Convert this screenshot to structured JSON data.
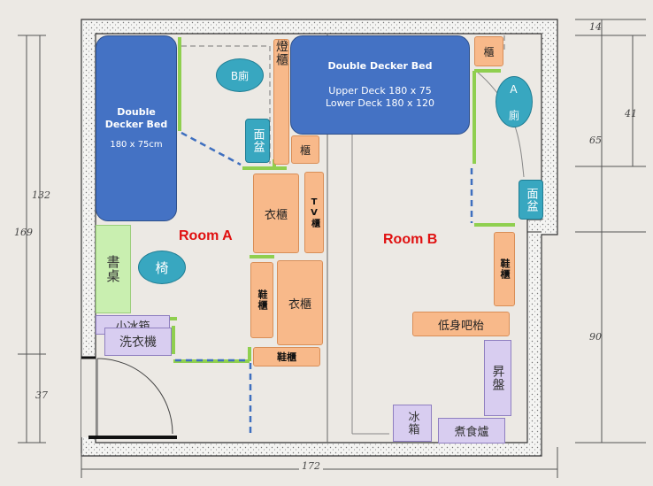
{
  "rooms": {
    "a": "Room A",
    "b": "Room B"
  },
  "beds": {
    "a": {
      "title": "Double Decker Bed",
      "size": "180 x 75cm"
    },
    "b": {
      "title": "Double Decker Bed",
      "upper": "Upper Deck 180 x 75",
      "lower": "Lower Deck 180 x 120"
    }
  },
  "furniture": {
    "b_toilet": "B廁",
    "a_toilet": "A 廁",
    "washbasin_a": "面盆",
    "washbasin_b": "面盆",
    "lamp_cabinet": "燈櫃",
    "cabinet_small": "櫃",
    "cabinet_top": "櫃",
    "wardrobe_top": "衣櫃",
    "tv_cabinet": "TV櫃",
    "desk": "書桌",
    "chair": "椅",
    "shoe_cabinet_a": "鞋櫃",
    "wardrobe_bottom": "衣櫃",
    "mini_fridge": "小冰箱",
    "washing_machine": "洗衣機",
    "shoe_cabinet_bottom": "鞋櫃",
    "shoe_cabinet_b": "鞋櫃",
    "bar_table": "低身吧枱",
    "lift_tray": "昇盤",
    "fridge": "冰箱",
    "stove": "煮食爐"
  },
  "dimensions": {
    "d14": "14",
    "d41": "41",
    "d65": "65",
    "d90": "90",
    "d132": "132",
    "d169": "169",
    "d37": "37",
    "d172": "172"
  },
  "colors": {
    "bed": "#4472c4",
    "cabinet": "#f8b98a",
    "partition": "#8fcf4f",
    "room_label": "#e01010",
    "fixture": "#38a7c0",
    "appliance": "#d8cdf0"
  }
}
